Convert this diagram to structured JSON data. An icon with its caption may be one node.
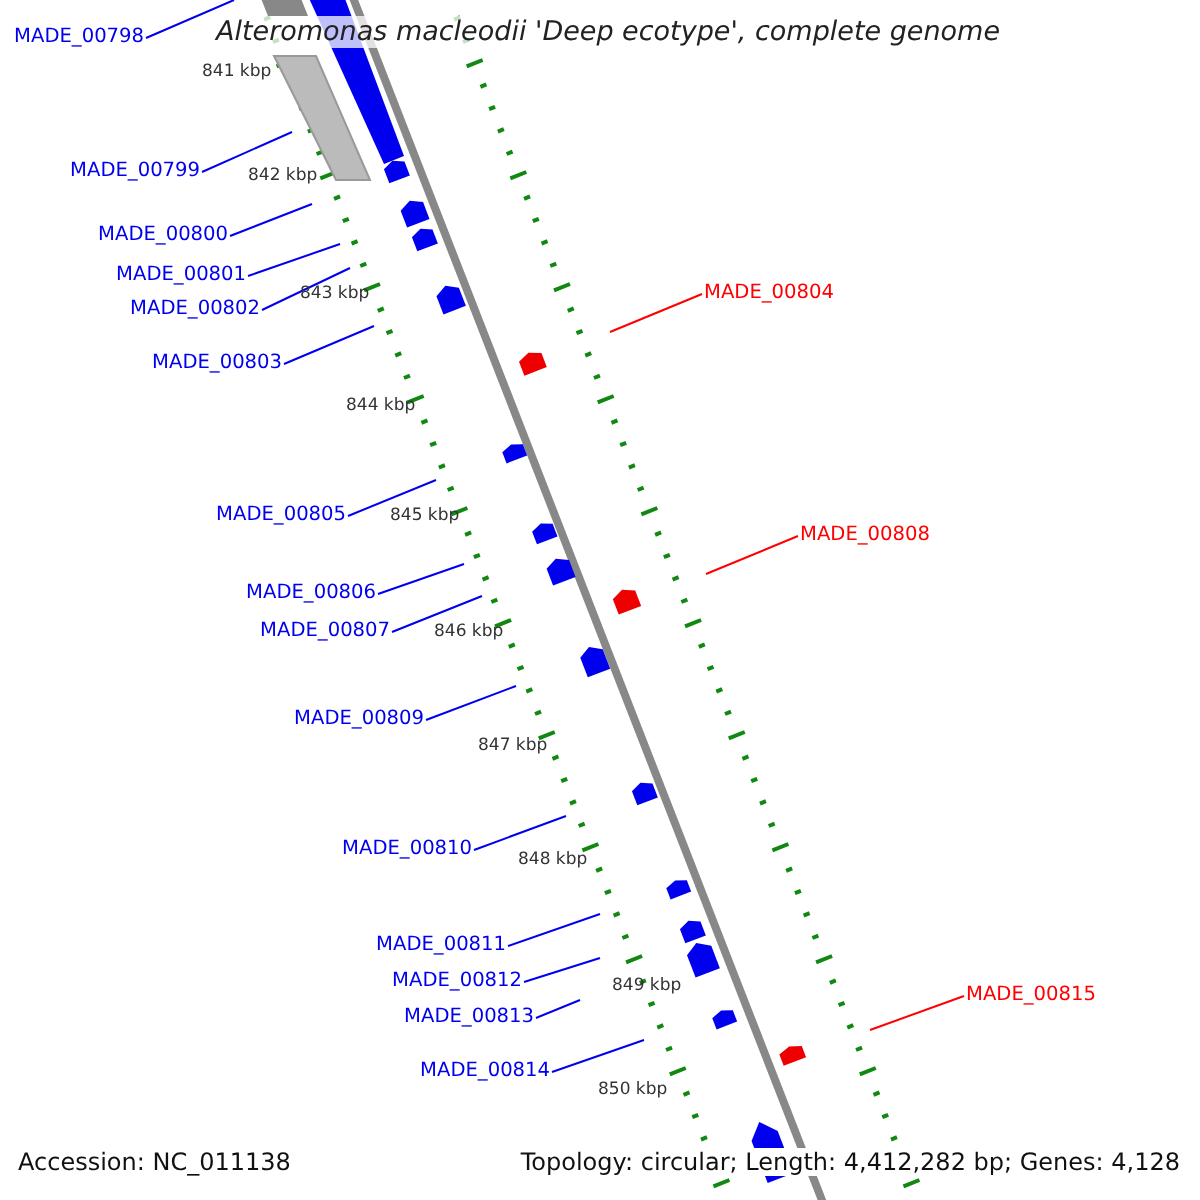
{
  "diagram": {
    "title": "Alteromonas macleodii 'Deep ecotype', complete genome",
    "nodes": [
      {
        "text": [
          "MADE_00798"
        ]
      },
      {
        "text": [
          "MADE_00799"
        ]
      },
      {
        "text": [
          "MADE_00800"
        ]
      },
      {
        "text": [
          "MADE_00801"
        ]
      },
      {
        "text": [
          "MADE_00802"
        ]
      },
      {
        "text": [
          "MADE_00803"
        ]
      },
      {
        "text": [
          "MADE_00804"
        ]
      },
      {
        "text": [
          "MADE_00805"
        ]
      },
      {
        "text": [
          "MADE_00806"
        ]
      },
      {
        "text": [
          "MADE_00807"
        ]
      },
      {
        "text": [
          "MADE_00808"
        ]
      },
      {
        "text": [
          "MADE_00809"
        ]
      },
      {
        "text": [
          "MADE_00810"
        ]
      },
      {
        "text": [
          "MADE_00811"
        ]
      },
      {
        "text": [
          "MADE_00812"
        ]
      },
      {
        "text": [
          "MADE_00813"
        ]
      },
      {
        "text": [
          "MADE_00814"
        ]
      },
      {
        "text": [
          "MADE_00815"
        ]
      }
    ],
    "edges": [
      {
        "from": 0,
        "to": null,
        "arrow": "none"
      },
      {
        "from": 1,
        "to": null,
        "arrow": "none"
      },
      {
        "from": 2,
        "to": null,
        "arrow": "none"
      },
      {
        "from": 3,
        "to": null,
        "arrow": "none"
      },
      {
        "from": 4,
        "to": null,
        "arrow": "none"
      },
      {
        "from": 5,
        "to": null,
        "arrow": "none"
      },
      {
        "from": 6,
        "to": null,
        "arrow": "none",
        "color": "#ff0000"
      },
      {
        "from": 7,
        "to": null,
        "arrow": "none"
      },
      {
        "from": 8,
        "to": null,
        "arrow": "none"
      },
      {
        "from": 9,
        "to": null,
        "arrow": "none"
      },
      {
        "from": 10,
        "to": null,
        "arrow": "none",
        "color": "#ff0000"
      },
      {
        "from": 11,
        "to": null,
        "arrow": "none"
      },
      {
        "from": 12,
        "to": null,
        "arrow": "none"
      },
      {
        "from": 13,
        "to": null,
        "arrow": "none"
      },
      {
        "from": 14,
        "to": null,
        "arrow": "none"
      },
      {
        "from": 15,
        "to": null,
        "arrow": "none"
      },
      {
        "from": 16,
        "to": null,
        "arrow": "none"
      },
      {
        "from": 17,
        "to": null,
        "arrow": "none",
        "color": "#ff0000"
      }
    ],
    "labels": [
      "841 kbp",
      "842 kbp",
      "843 kbp",
      "844 kbp",
      "845 kbp",
      "846 kbp",
      "847 kbp",
      "848 kbp",
      "849 kbp",
      "850 kbp",
      "Accession: NC_011138",
      "Topology: circular; Length: 4,412,282 bp; Genes: 4,128"
    ]
  }
}
